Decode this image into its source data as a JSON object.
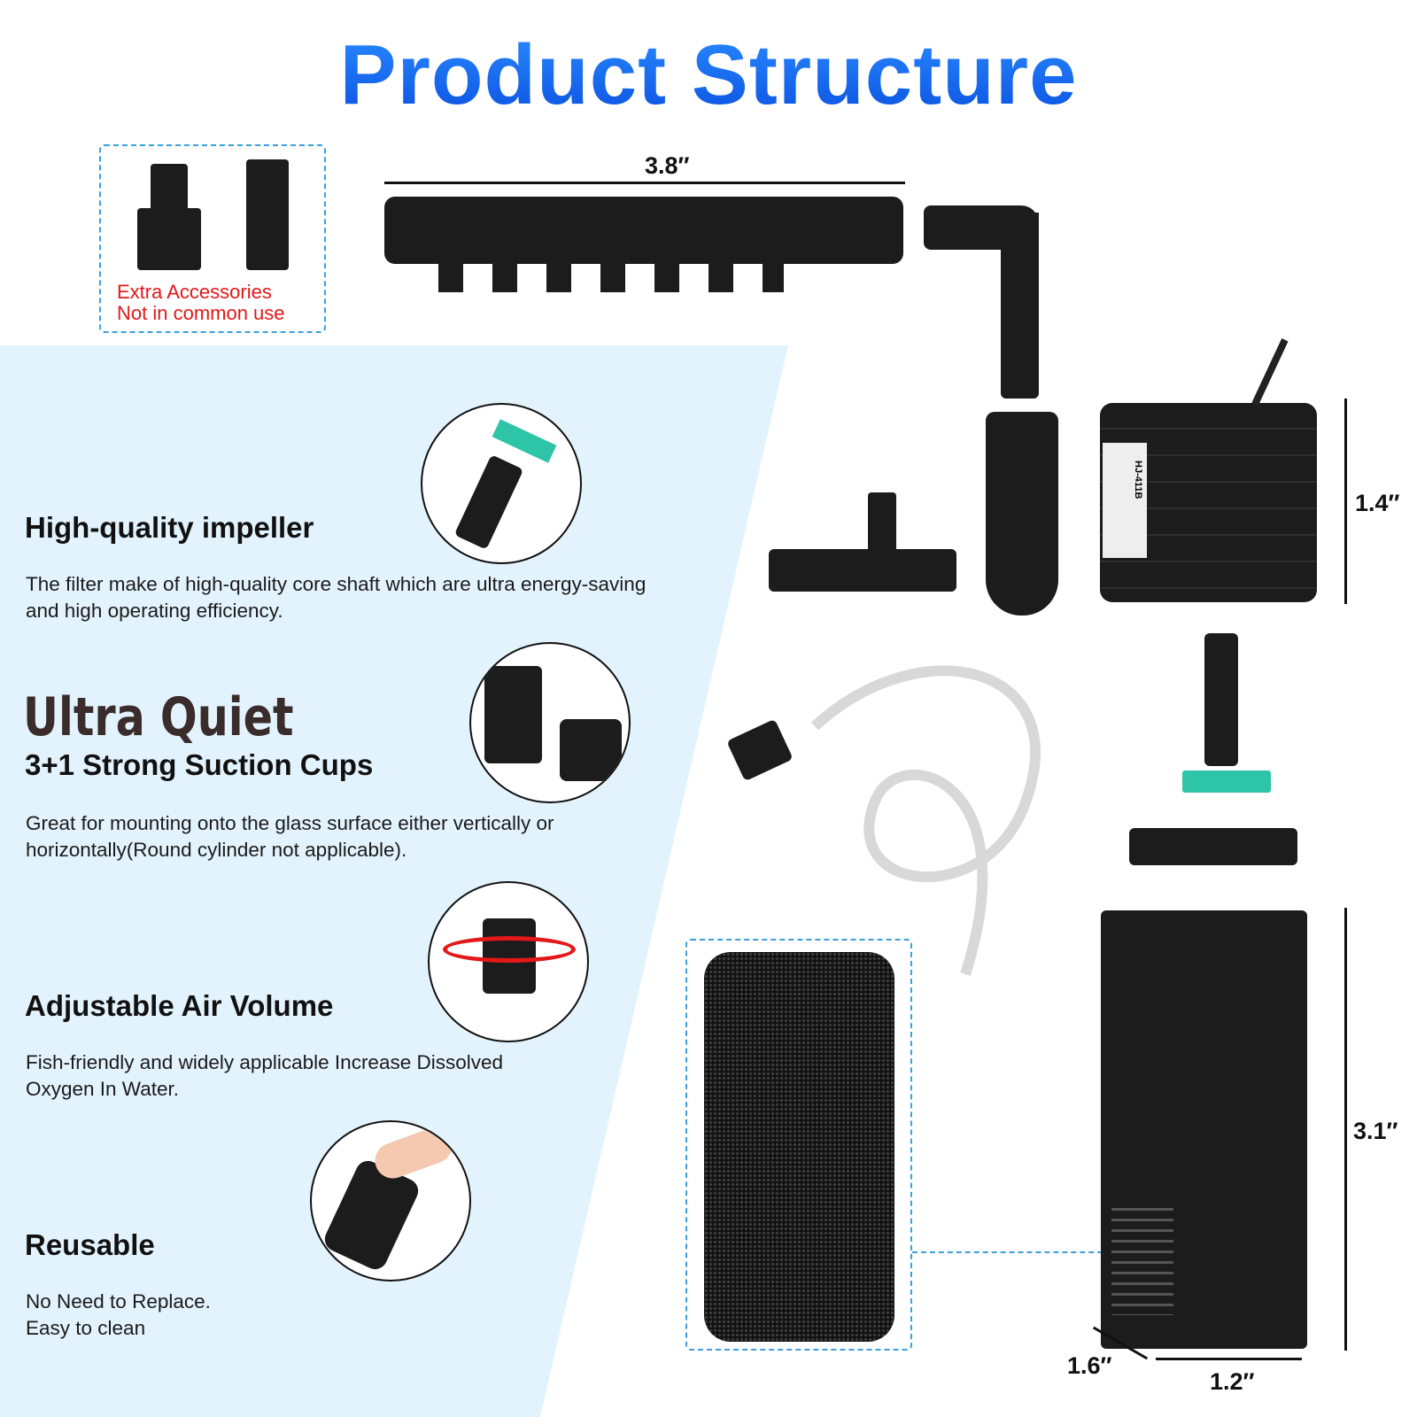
{
  "title": "Product Structure",
  "accessories": {
    "line1": "Extra Accessories",
    "line2": "Not in common use"
  },
  "dimensions": {
    "tube_length": "3.8″",
    "pump_height": "1.4″",
    "body_height": "3.1″",
    "depth": "1.6″",
    "width": "1.2″"
  },
  "pump_label": "HJ-411B",
  "features": [
    {
      "title": "High-quality impeller",
      "desc1": "The filter make of high-quality core shaft which are ultra energy-saving",
      "desc2": "and high operating efficiency.",
      "icon": "impeller-icon"
    },
    {
      "headline": "Ultra Quiet",
      "title": "3+1 Strong Suction Cups",
      "desc1": "Great for mounting onto the glass surface either vertically or",
      "desc2": "horizontally(Round cylinder not applicable).",
      "icon": "suction-cup-icon"
    },
    {
      "title": "Adjustable Air Volume",
      "desc1": "Fish-friendly and widely applicable Increase Dissolved",
      "desc2": "Oxygen In Water.",
      "icon": "air-valve-icon"
    },
    {
      "title": "Reusable",
      "desc1": "No Need to Replace.",
      "desc2": "Easy to clean",
      "icon": "sponge-icon"
    }
  ],
  "colors": {
    "title": "#1a6cf5",
    "accent_teal": "#2ec4a8",
    "panel": "#e3f3fd",
    "warning": "#e31818"
  }
}
